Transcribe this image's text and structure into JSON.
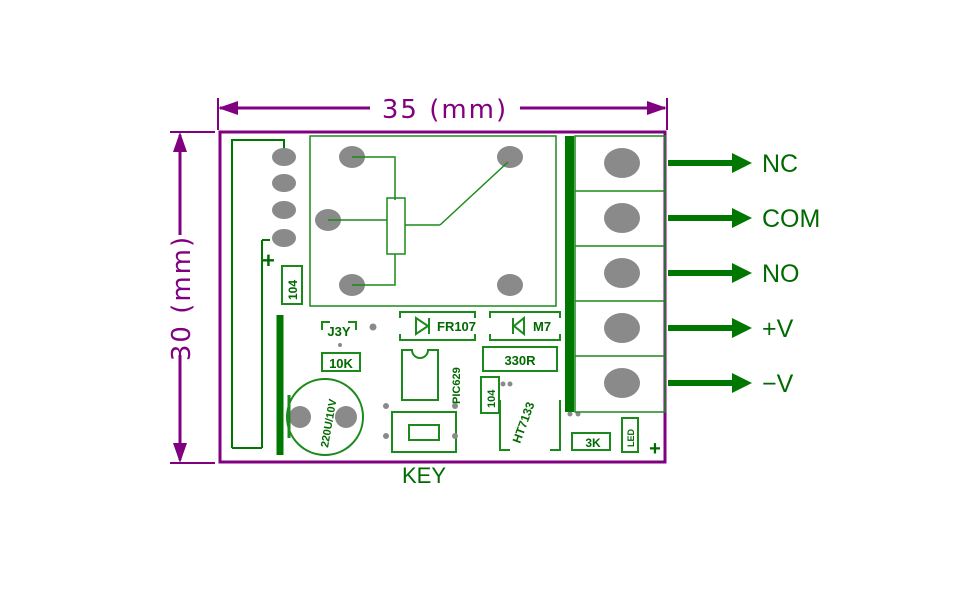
{
  "dimensions": {
    "width_label": "35 (mm)",
    "height_label": "30 (mm)"
  },
  "components": {
    "capacitor_top": "104",
    "crystal": "J3Y",
    "resistor_10k": "10K",
    "diode_fr107": "FR107",
    "diode_m7": "M7",
    "resistor_330r": "330R",
    "ic_pic": "PIC629",
    "capacitor_mid": "104",
    "regulator": "HT7133",
    "electrolytic": "220U/10V",
    "resistor_3k": "3K",
    "led": "LED",
    "plus_left": "+",
    "plus_right": "+"
  },
  "button_label": "KEY",
  "terminals": [
    "NC",
    "COM",
    "NO",
    "+V",
    "−V"
  ],
  "colors": {
    "dimension": "#800080",
    "trace": "#007700",
    "pad": "#8a8a8a",
    "silk": "#1a8a1a"
  }
}
